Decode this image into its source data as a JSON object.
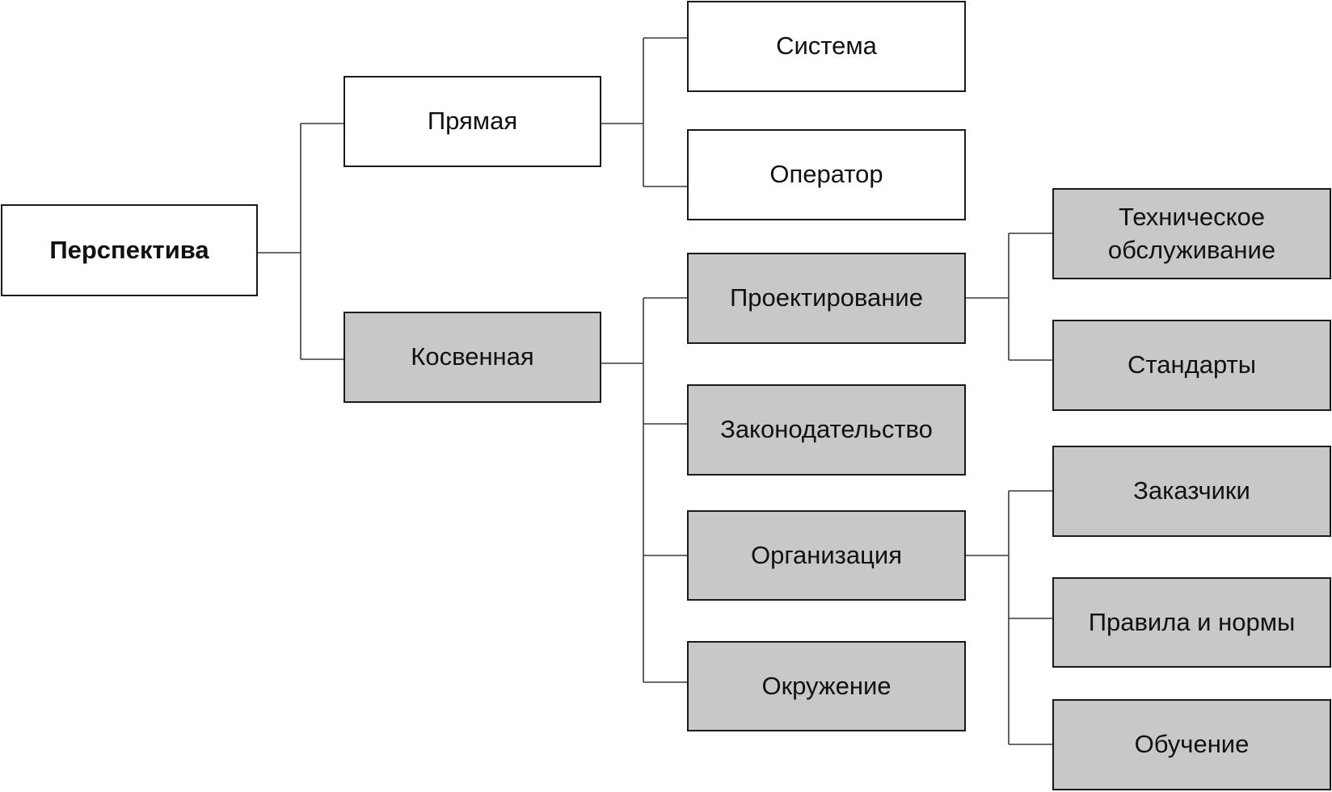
{
  "diagram": {
    "root": {
      "id": "perspektiva",
      "label": "Перспектива",
      "style": "white"
    },
    "nodes": [
      {
        "id": "perspektiva",
        "label": "Перспектива",
        "style": "white",
        "bold": true
      },
      {
        "id": "pryamaya",
        "label": "Прямая",
        "style": "white"
      },
      {
        "id": "kosvennaya",
        "label": "Косвенная",
        "style": "gray"
      },
      {
        "id": "sistema",
        "label": "Система",
        "style": "white"
      },
      {
        "id": "operator",
        "label": "Оператор",
        "style": "white"
      },
      {
        "id": "proektirovanie",
        "label": "Проектирование",
        "style": "gray"
      },
      {
        "id": "zakonodatelstvo",
        "label": "Законодательство",
        "style": "gray"
      },
      {
        "id": "organizatsiya",
        "label": "Организация",
        "style": "gray"
      },
      {
        "id": "okruzhenie",
        "label": "Окружение",
        "style": "gray"
      },
      {
        "id": "tekh_obsl",
        "label": "Техническое обслуживание",
        "style": "gray"
      },
      {
        "id": "standarty",
        "label": "Стандарты",
        "style": "gray"
      },
      {
        "id": "zakazchiki",
        "label": "Заказчики",
        "style": "gray"
      },
      {
        "id": "pravila",
        "label": "Правила и нормы",
        "style": "gray"
      },
      {
        "id": "obuchenie",
        "label": "Обучение",
        "style": "gray"
      }
    ],
    "edges": [
      {
        "from": "perspektiva",
        "to": "pryamaya"
      },
      {
        "from": "perspektiva",
        "to": "kosvennaya"
      },
      {
        "from": "pryamaya",
        "to": "sistema"
      },
      {
        "from": "pryamaya",
        "to": "operator"
      },
      {
        "from": "kosvennaya",
        "to": "proektirovanie"
      },
      {
        "from": "kosvennaya",
        "to": "zakonodatelstvo"
      },
      {
        "from": "kosvennaya",
        "to": "organizatsiya"
      },
      {
        "from": "kosvennaya",
        "to": "okruzhenie"
      },
      {
        "from": "proektirovanie",
        "to": "tekh_obsl"
      },
      {
        "from": "proektirovanie",
        "to": "standarty"
      },
      {
        "from": "organizatsiya",
        "to": "zakazchiki"
      },
      {
        "from": "organizatsiya",
        "to": "pravila"
      },
      {
        "from": "organizatsiya",
        "to": "obuchenie"
      }
    ],
    "colors": {
      "box_white": "#ffffff",
      "box_gray": "#c8c8c8",
      "border": "#1a1a1a",
      "connector": "#3a3a3a",
      "text": "#111111"
    }
  }
}
